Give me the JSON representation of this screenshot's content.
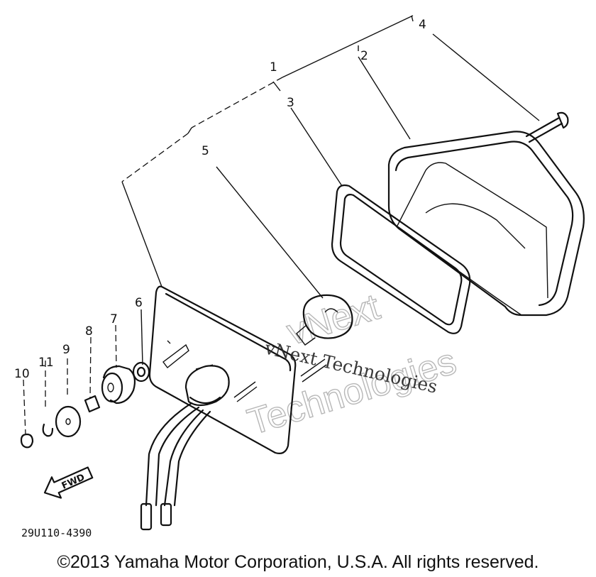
{
  "diagram": {
    "part_callouts": [
      "1",
      "2",
      "3",
      "4",
      "5",
      "6",
      "7",
      "8",
      "9",
      "10",
      "11"
    ],
    "direction_arrow_label": "FWD",
    "drawing_code": "29U110-4390",
    "watermark_line1": "vNext Technologies",
    "watermark_line2_a": "vNext",
    "watermark_line2_b": "Technologies"
  },
  "footer": {
    "copyright": "©2013 Yamaha Motor Corporation, U.S.A. All rights reserved."
  }
}
